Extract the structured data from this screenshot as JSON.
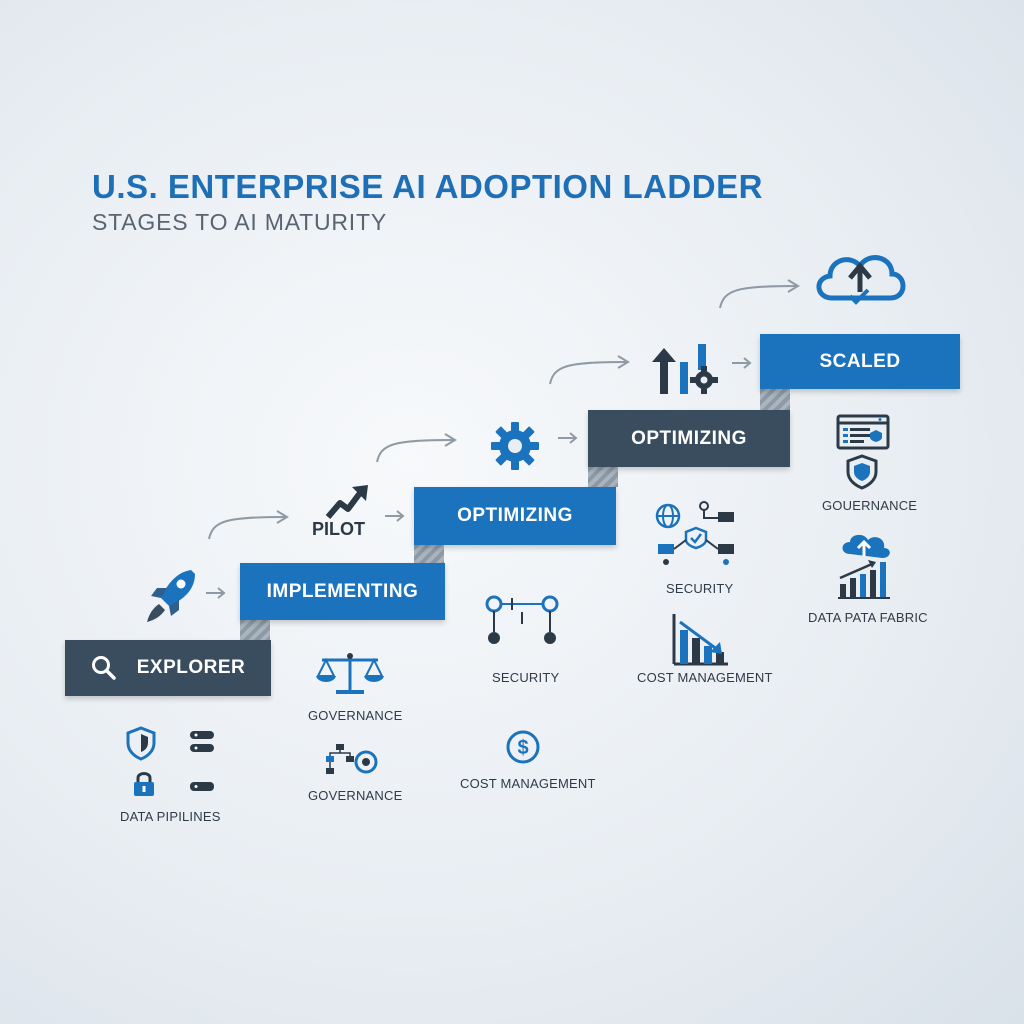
{
  "header": {
    "title": "U.S. ENTERPRISE AI ADOPTION LADDER",
    "subtitle": "STAGES TO AI MATURITY"
  },
  "stages": [
    {
      "label": "EXPLORER",
      "icon": "search-icon",
      "color": "#3a4d5f"
    },
    {
      "label": "IMPLEMENTING",
      "color": "#1c73bd"
    },
    {
      "label": "OPTIMIZING",
      "color": "#1c73bd"
    },
    {
      "label": "OPTIMIZING",
      "color": "#3a4d5f"
    },
    {
      "label": "SCALED",
      "color": "#1c73bd"
    }
  ],
  "pilot": {
    "label": "PILOT",
    "icon": "growth-arrow-icon"
  },
  "features": {
    "data_pipelines": "DATA PIPILINES",
    "governance_1": "GOVERNANCE",
    "governance_2": "GOVERNANCE",
    "security_1": "SECURITY",
    "cost_management_1": "COST MANAGEMENT",
    "security_2": "SECURITY",
    "cost_management_2": "COST MANAGEMENT",
    "governance_3": "GOUERNANCE",
    "data_fabric": "DATA PATA FABRIC"
  },
  "colors": {
    "accent_blue": "#1c73bd",
    "dark_slate": "#3a4d5f",
    "title_blue": "#1f6fb6"
  }
}
